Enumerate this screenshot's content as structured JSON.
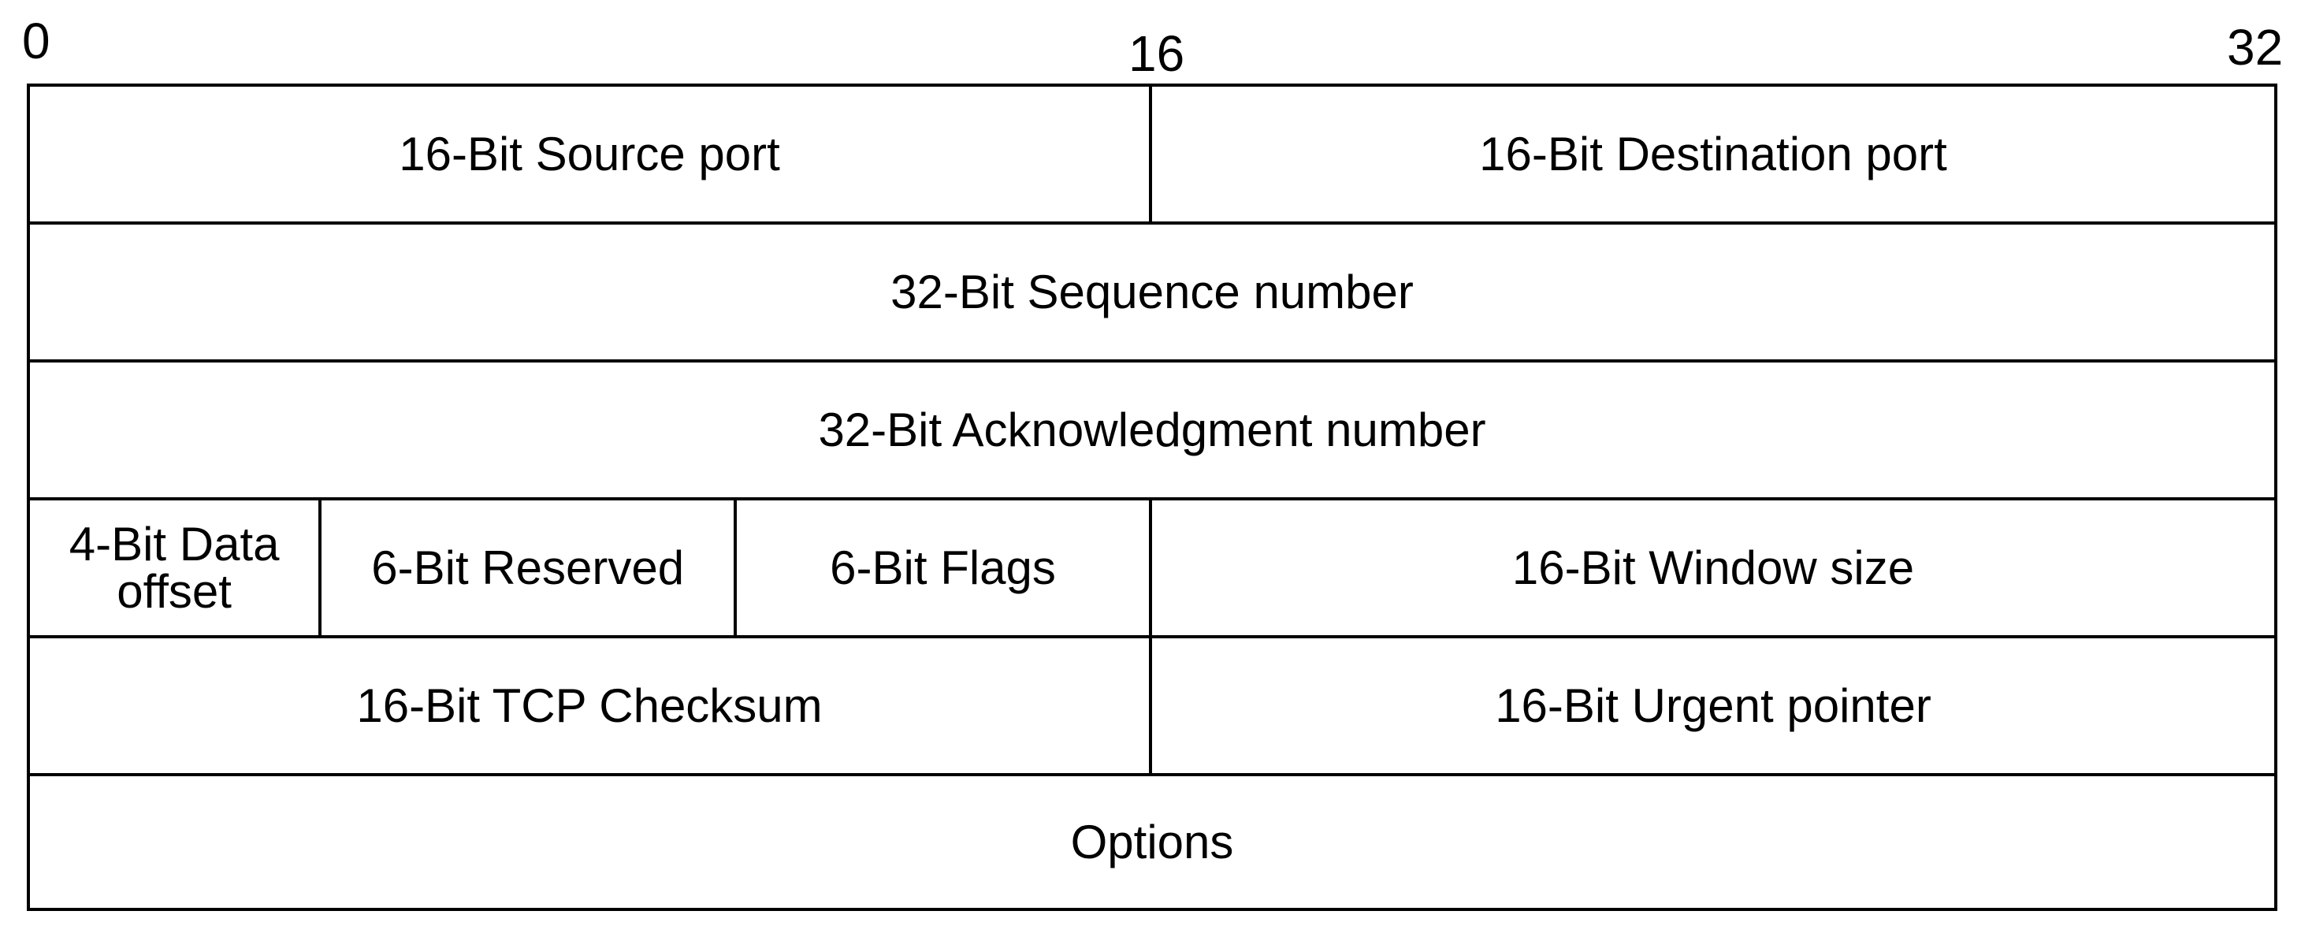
{
  "scale": {
    "start": "0",
    "middle": "16",
    "end": "32"
  },
  "rows": [
    {
      "fields": [
        {
          "label": "16-Bit Source port"
        },
        {
          "label": "16-Bit Destination port"
        }
      ]
    },
    {
      "fields": [
        {
          "label": "32-Bit Sequence number"
        }
      ]
    },
    {
      "fields": [
        {
          "label": "32-Bit Acknowledgment number"
        }
      ]
    },
    {
      "fields": [
        {
          "label_line1": "4-Bit Data",
          "label_line2": "offset"
        },
        {
          "label": "6-Bit Reserved"
        },
        {
          "label": "6-Bit Flags"
        },
        {
          "label": "16-Bit Window size"
        }
      ]
    },
    {
      "fields": [
        {
          "label": "16-Bit TCP Checksum"
        },
        {
          "label": "16-Bit Urgent pointer"
        }
      ]
    },
    {
      "fields": [
        {
          "label": "Options"
        }
      ]
    }
  ]
}
